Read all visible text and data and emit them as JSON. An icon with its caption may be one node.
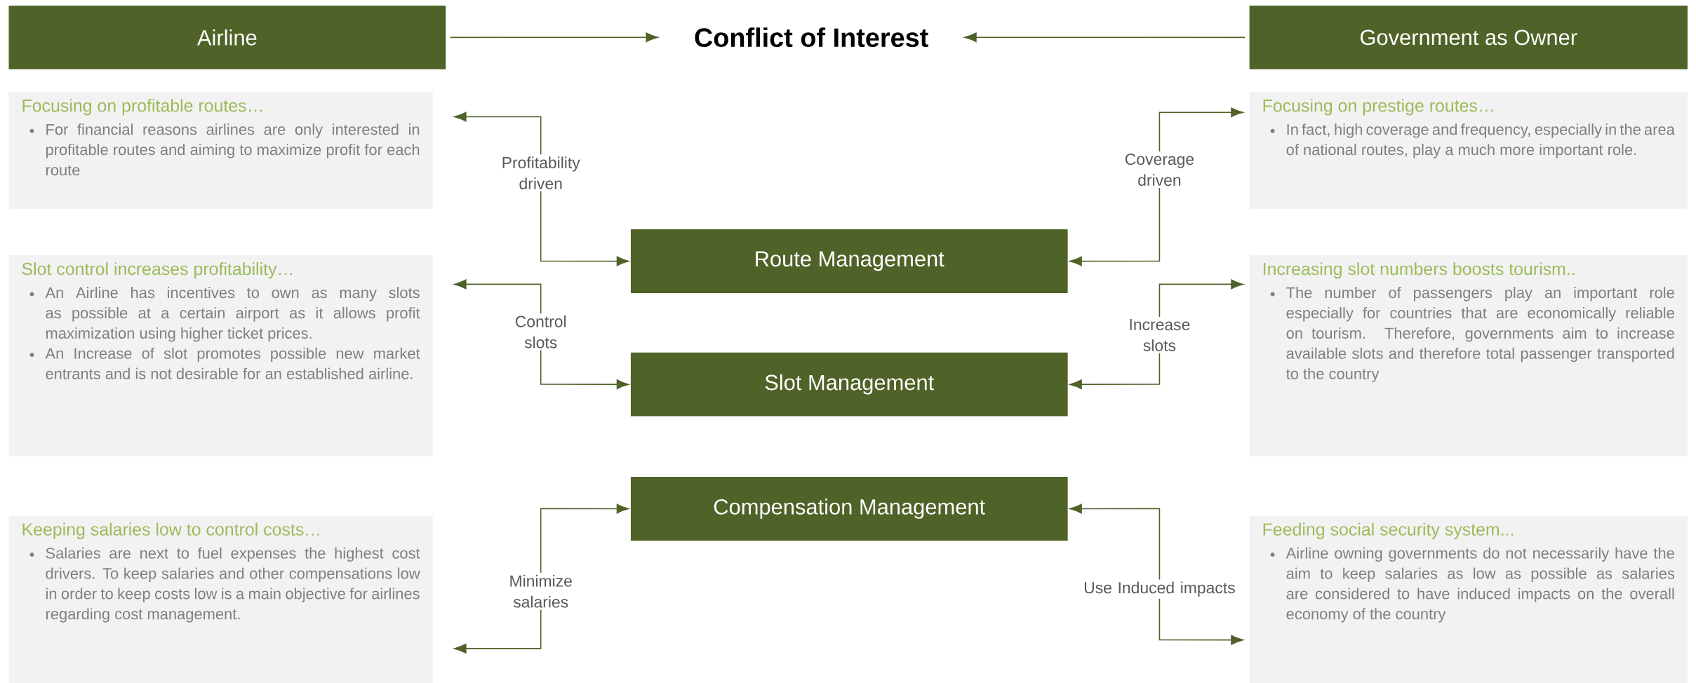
{
  "diagram": {
    "nodes": [
      {
        "text": [
          "Airline"
        ]
      },
      {
        "text": [
          "Conflict of Interest"
        ]
      },
      {
        "text": [
          "Government as Owner"
        ]
      },
      {
        "text": [
          "Focusing on profitable routes…",
          "For financial reasons airlines are only interested in profitable routes and aiming to maximize profit for each route"
        ]
      },
      {
        "text": [
          "Route Management"
        ]
      },
      {
        "text": [
          "Focusing on prestige routes…",
          "In fact, high coverage and frequency, especially in the area of national routes, play a much more important role."
        ]
      },
      {
        "text": [
          "Slot control increases profitability…",
          "An Airline has incentives to own as many slots as possible at a certain airport as it allows profit maximization using higher ticket prices.",
          "An Increase of slot promotes possible new market entrants and is not desirable for an established airline."
        ]
      },
      {
        "text": [
          "Slot Management"
        ]
      },
      {
        "text": [
          "Increasing slot numbers boosts tourism..",
          "The number of passengers play an important role especially for countries that are economically reliable on tourism. Therefore, governments aim to increase available slots and therefore total passenger transported to the country"
        ]
      },
      {
        "text": [
          "Compensation Management"
        ]
      },
      {
        "text": [
          "Keeping salaries low to control costs…",
          "Salaries are next to fuel expenses the highest cost drivers. To keep salaries and other compensations low in order to keep costs low is a main objective for airlines regarding cost management."
        ]
      },
      {
        "text": [
          "Feeding social security system...",
          "Airline owning governments do not necessarily have the aim to keep salaries as low as possible as salaries are considered to have induced impacts on the overall economy of the country"
        ]
      }
    ],
    "edges": [
      {
        "from": 0,
        "to": 1,
        "arrow": "to"
      },
      {
        "from": 2,
        "to": 1,
        "arrow": "to"
      },
      {
        "from": 3,
        "to": 4,
        "arrow": "both",
        "label": "Profitability driven"
      },
      {
        "from": 5,
        "to": 4,
        "arrow": "both",
        "label": "Coverage driven"
      },
      {
        "from": 6,
        "to": 7,
        "arrow": "both",
        "label": "Control slots"
      },
      {
        "from": 8,
        "to": 7,
        "arrow": "both",
        "label": "Increase slots"
      },
      {
        "from": 10,
        "to": 9,
        "arrow": "both",
        "label": "Minimize salaries"
      },
      {
        "from": 11,
        "to": 9,
        "arrow": "both",
        "label": "Use Induced impacts"
      }
    ]
  }
}
